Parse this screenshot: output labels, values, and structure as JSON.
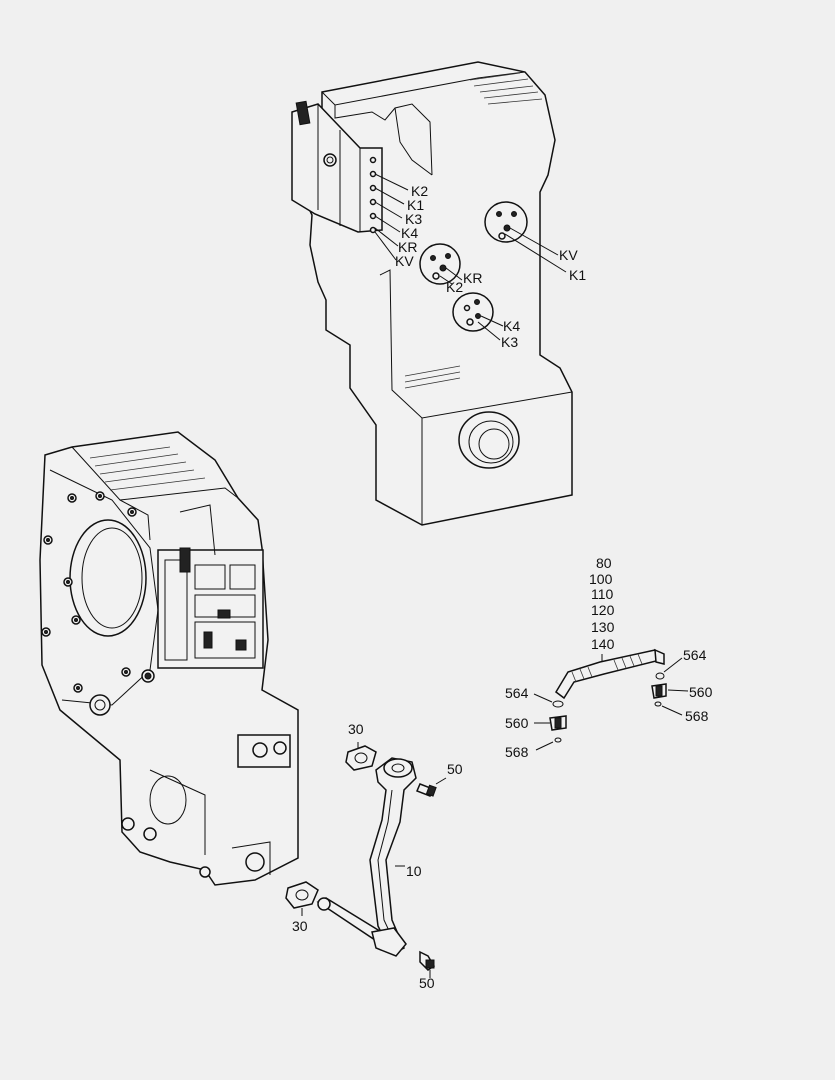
{
  "upper_housing": {
    "valve_block_ports": [
      "K2",
      "K1",
      "K3",
      "K4",
      "KR",
      "KV"
    ],
    "flange_right": [
      "KV",
      "K1"
    ],
    "flange_middle": [
      "KR",
      "K2"
    ],
    "flange_lower": [
      "K4",
      "K3"
    ]
  },
  "hose_assembly": {
    "part_numbers": [
      "80",
      "100",
      "110",
      "120",
      "130",
      "140"
    ],
    "left_fittings": [
      "564",
      "560",
      "568"
    ],
    "right_fittings": [
      "564",
      "560",
      "568"
    ]
  },
  "pipe_assembly": {
    "gasket_top": "30",
    "bolt_top": "50",
    "pipe": "10",
    "gasket_bottom": "30",
    "bolt_bottom": "50"
  }
}
